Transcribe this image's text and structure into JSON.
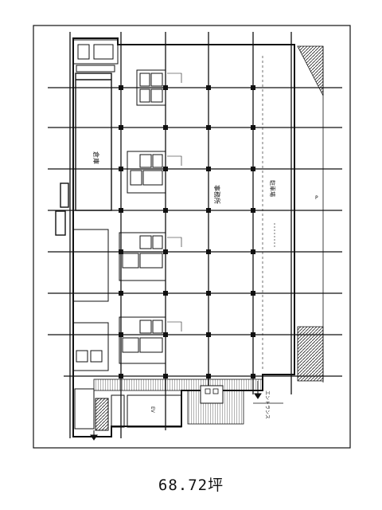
{
  "area_label": "68.72坪",
  "plan_labels": {
    "main_area": "事務所",
    "left_room": "倉庫",
    "right_strip": "駐車場",
    "bottom_right": "エントランス",
    "bottom_mid": "EV"
  }
}
